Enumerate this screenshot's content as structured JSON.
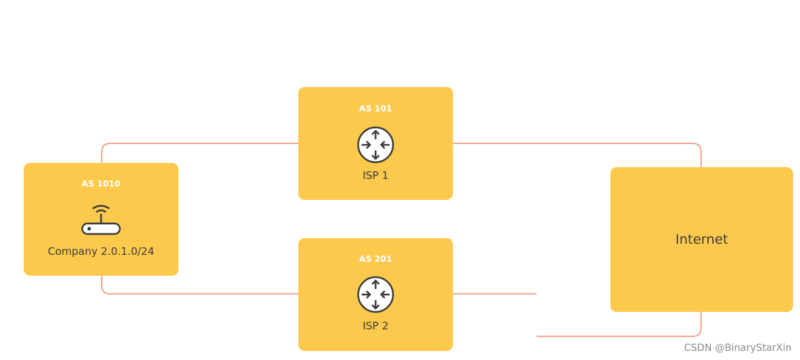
{
  "nodes": {
    "company": {
      "as_label": "AS 1010",
      "name": "Company 2.0.1.0/24",
      "icon": "wifi-router-icon"
    },
    "isp1": {
      "as_label": "AS 101",
      "name": "ISP 1",
      "icon": "router-icon"
    },
    "isp2": {
      "as_label": "AS 201",
      "name": "ISP 2",
      "icon": "router-icon"
    },
    "internet": {
      "name": "Internet"
    }
  },
  "links": [
    {
      "from": "company",
      "to": "isp1"
    },
    {
      "from": "company",
      "to": "isp2"
    },
    {
      "from": "isp1",
      "to": "internet"
    },
    {
      "from": "isp2",
      "to": "internet"
    }
  ],
  "colors": {
    "box": "#fdc94c",
    "link": "#f2a58f",
    "label": "#ffffff",
    "text": "#3b3b3b"
  },
  "watermark": "CSDN @BinaryStarXin"
}
